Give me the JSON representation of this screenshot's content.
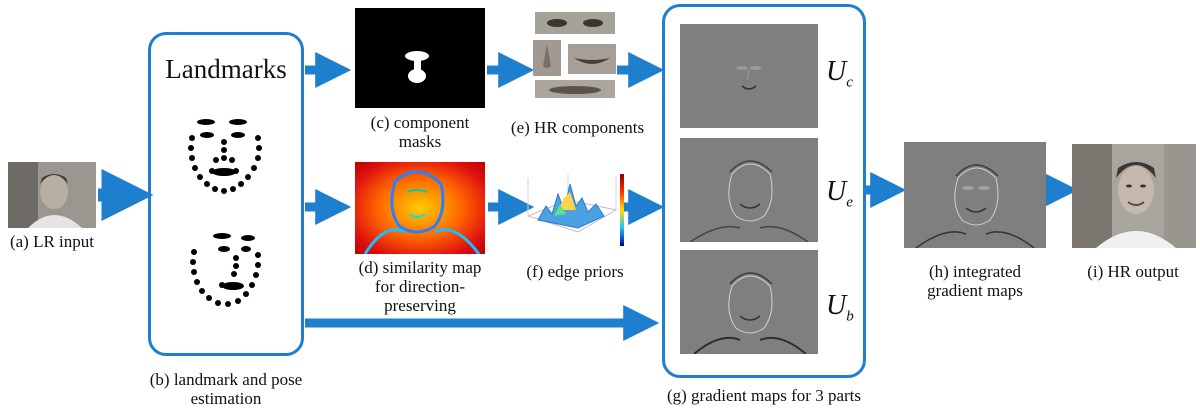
{
  "colors": {
    "accent": "#1f7fcf",
    "gradient_gray": "#7f7f7f"
  },
  "captions": {
    "lr_input": "(a) LR input",
    "landmark_line1": "(b) landmark and pose",
    "landmark_line2": "estimation",
    "masks_line1": "(c) component",
    "masks_line2": "masks",
    "similarity_line1": "(d) similarity map",
    "similarity_line2": "for direction-",
    "similarity_line3": "preserving",
    "hr_components": "(e) HR components",
    "edge_priors": "(f) edge priors",
    "gradient_maps": "(g) gradient maps for 3 parts",
    "integrated_line1": "(h) integrated",
    "integrated_line2": "gradient maps",
    "hr_output": "(i) HR output"
  },
  "landmarks_title": "Landmarks",
  "symbols": {
    "uc_main": "U",
    "uc_sub": "c",
    "ue_main": "U",
    "ue_sub": "e",
    "ub_main": "U",
    "ub_sub": "b"
  }
}
